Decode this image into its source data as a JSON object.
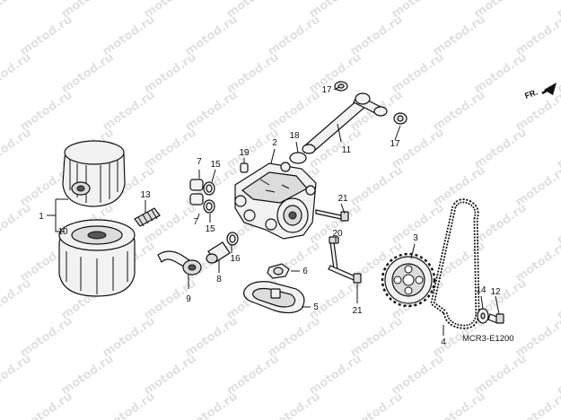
{
  "watermark": {
    "text": "motod.ru"
  },
  "direction_marker": {
    "text": "FR."
  },
  "drawing_code": "MCR3-E1200",
  "callouts": [
    "1",
    "2",
    "3",
    "4",
    "5",
    "6",
    "7",
    "7",
    "8",
    "9",
    "10",
    "11",
    "12",
    "13",
    "14",
    "15",
    "15",
    "16",
    "17",
    "17",
    "18",
    "19",
    "20",
    "21",
    "21"
  ]
}
